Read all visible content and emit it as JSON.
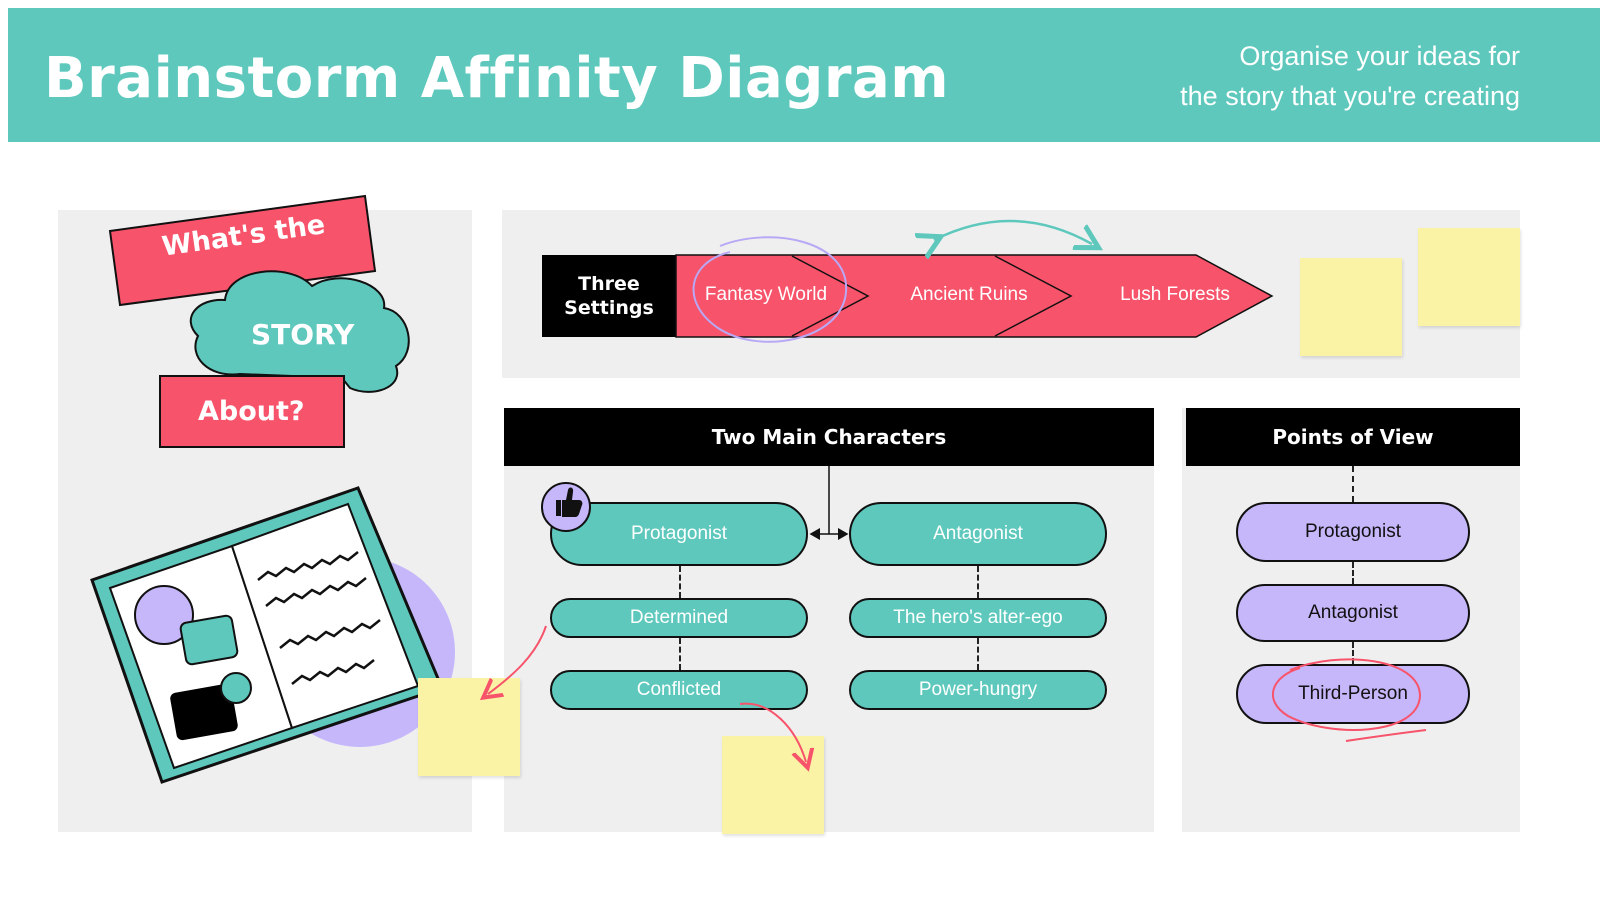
{
  "header": {
    "title": "Brainstorm Affinity Diagram",
    "subtitle_line1": "Organise your ideas for",
    "subtitle_line2": "the story that you're creating"
  },
  "story": {
    "line1": "What's the",
    "line2": "STORY",
    "line3": "About?"
  },
  "settings": {
    "heading_line1": "Three",
    "heading_line2": "Settings",
    "items": [
      "Fantasy World",
      "Ancient Ruins",
      "Lush Forests"
    ]
  },
  "characters": {
    "heading": "Two Main Characters",
    "protagonist": {
      "label": "Protagonist",
      "traits": [
        "Determined",
        "Conflicted"
      ]
    },
    "antagonist": {
      "label": "Antagonist",
      "traits": [
        "The hero's alter-ego",
        "Power-hungry"
      ]
    }
  },
  "pov": {
    "heading": "Points of View",
    "items": [
      "Protagonist",
      "Antagonist",
      "Third-Person"
    ]
  },
  "colors": {
    "teal": "#5ec8bd",
    "coral": "#f7536a",
    "purple": "#c6b7fb",
    "sticky": "#faf3a6",
    "panel": "#efefef"
  },
  "icons": {
    "thumbs_up": "thumbs-up-icon",
    "book": "open-book-icon",
    "cloud": "cloud-icon"
  }
}
